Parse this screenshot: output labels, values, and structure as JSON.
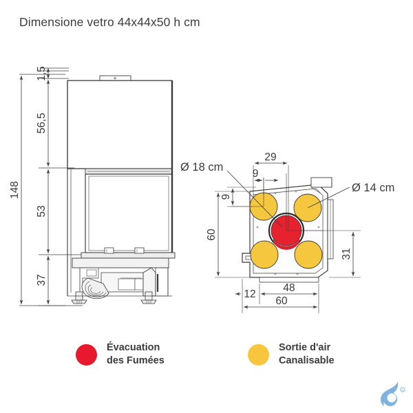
{
  "title": "Dimensione vetro 44x44x50 h cm",
  "colors": {
    "smoke_red": "#E8192C",
    "air_yellow": "#F7C63E",
    "plan_red_fill": "#E8212F",
    "plan_yellow_fill": "#F5C73F",
    "line": "#3a3a3a",
    "logo_blue": "#7FB2DF"
  },
  "elevation": {
    "name": "front-elevation-view",
    "dimensions": {
      "total_height": "148",
      "top_gap": "1,5",
      "upper_body": "56,5",
      "glass_section": "53",
      "base_section": "37"
    }
  },
  "plan": {
    "name": "top-plan-view",
    "callouts": {
      "flue_diameter": "Ø 18 cm",
      "air_outlet_diameter": "Ø 14 cm"
    },
    "dimensions": {
      "offset_top_horizontal": "9",
      "offset_top_vertical": "9",
      "inner_width": "29",
      "depth": "60",
      "right_height": "31",
      "left_flange": "12",
      "body_width": "48",
      "total_width": "60"
    }
  },
  "legend": {
    "items": [
      {
        "id": "smoke-evacuation",
        "color": "#E8192C",
        "line1": "Évacuation",
        "line2": "des Fumées"
      },
      {
        "id": "ducted-air-outlet",
        "color": "#F7C63E",
        "line1": "Sortie d'air",
        "line2": "Canalisable"
      }
    ]
  },
  "logo": {
    "name": "brand-droplet-logo",
    "mark": "®"
  }
}
